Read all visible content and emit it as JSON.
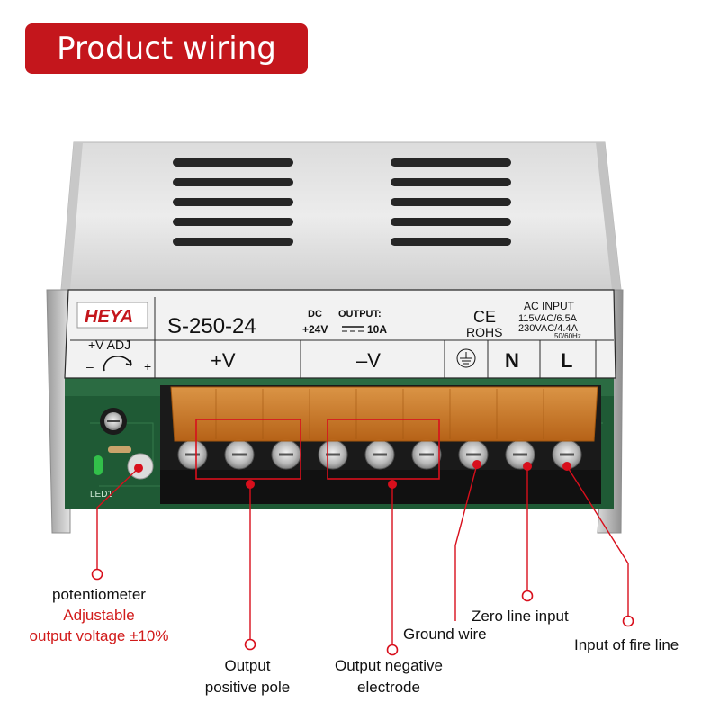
{
  "banner": {
    "title": "Product wiring"
  },
  "label_plate": {
    "brand": "HEYA",
    "model": "S-250-24",
    "dc": "DC",
    "output_title": "OUTPUT:",
    "output_voltage": "+24V",
    "output_current": "10A",
    "ce": "CE",
    "rohs": "ROHS",
    "ac_input": "AC INPUT",
    "input_115": "115VAC/6.5A",
    "input_230": "230VAC/4.4A",
    "frequency": "50/60Hz",
    "adj_label": "+V ADJ",
    "adj_minus": "–",
    "adj_plus": "+",
    "terminal_pos": "+V",
    "terminal_neg": "–V",
    "terminal_n": "N",
    "terminal_l": "L",
    "led": "LED1"
  },
  "callouts": {
    "potentiometer": "potentiometer",
    "adjustable": "Adjustable",
    "output_voltage": "output voltage ±10%",
    "ground_wire": "Ground wire",
    "zero_line": "Zero line input",
    "fire_line": "Input of fire line",
    "output_pos_1": "Output",
    "output_pos_2": "positive pole",
    "output_neg_1": "Output  negative",
    "output_neg_2": "electrode"
  },
  "colors": {
    "accent_red": "#c4161c",
    "marker_red": "#d80f1c",
    "terminal_cover": "#e0892a",
    "pcb_green": "#1f5a35"
  }
}
